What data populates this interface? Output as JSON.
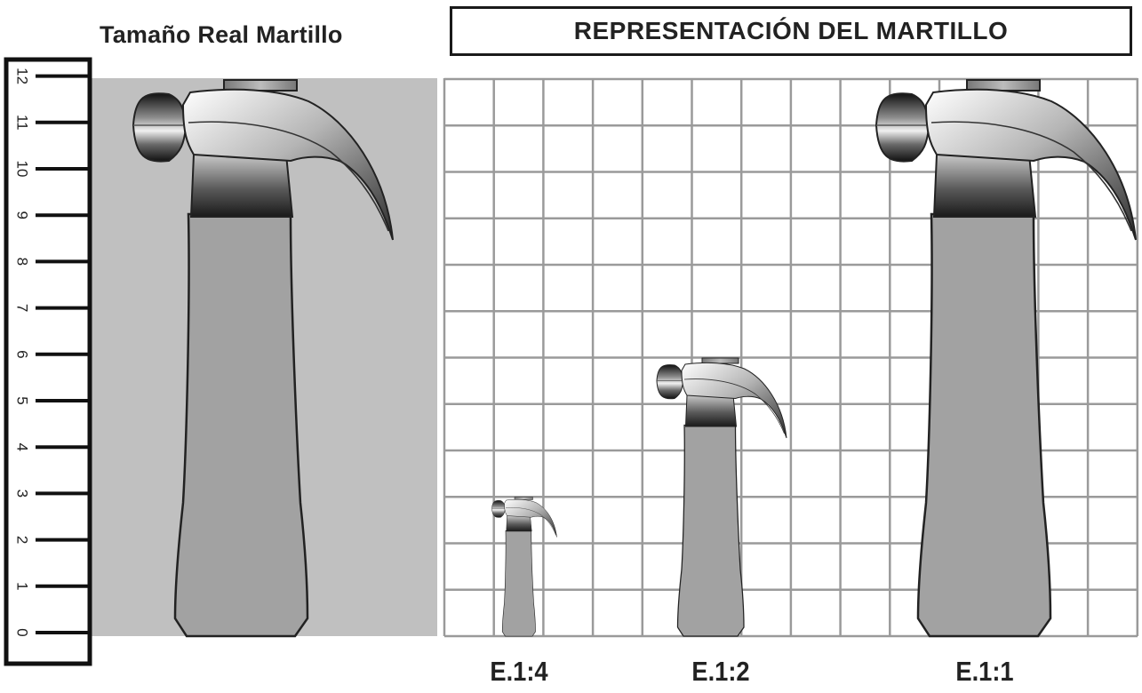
{
  "left_title": "Tamaño Real Martillo",
  "right_title": "REPRESENTACIÓN DEL MARTILLO",
  "ruler": {
    "ticks": [
      "0",
      "1",
      "2",
      "3",
      "4",
      "5",
      "6",
      "7",
      "8",
      "9",
      "10",
      "11",
      "12"
    ]
  },
  "scales": [
    {
      "label": "E.1:4",
      "factor": 0.25
    },
    {
      "label": "E.1:2",
      "factor": 0.5
    },
    {
      "label": "E.1:1",
      "factor": 1
    }
  ],
  "colors": {
    "photo_background": "#c0c0c0",
    "grid_line": "#9a9a9a",
    "handle": "#a2a2a2",
    "outline": "#222222"
  }
}
